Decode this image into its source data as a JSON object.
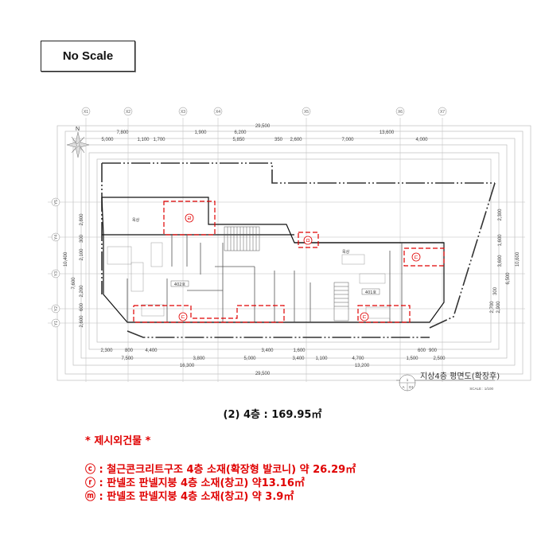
{
  "header": {
    "no_scale_label": "No Scale"
  },
  "plan": {
    "grid_x": [
      "X1",
      "X2",
      "X3",
      "X4",
      "X5",
      "X6",
      "X7"
    ],
    "grid_y": [
      "Y5",
      "Y4",
      "Y3",
      "Y2",
      "Y1"
    ],
    "top_dims": {
      "overall": "29,500",
      "row1": [
        "7,800",
        "1,900",
        "6,200",
        "13,600"
      ],
      "row2": [
        "5,000",
        "1,100",
        "1,700",
        "5,850",
        "350",
        "2,600",
        "7,000",
        "4,000"
      ]
    },
    "bottom_dims": {
      "row1": [
        "2,300",
        "800",
        "4,400",
        "3,400",
        "1,600",
        "600",
        "900"
      ],
      "row2": [
        "7,500",
        "3,800",
        "5,000",
        "3,400",
        "1,100",
        "4,700",
        "1,500",
        "2,500"
      ],
      "row3": [
        "16,300",
        "13,200"
      ],
      "overall": "29,500"
    },
    "left_dims": {
      "overall": "10,400",
      "sub": "7,600",
      "segments": [
        "2,800",
        "300",
        "2,100",
        "2,200",
        "600",
        "2,600"
      ]
    },
    "right_dims": {
      "overall": "10,600",
      "sub": "6,500",
      "segments": [
        "2,300",
        "1,600",
        "3,600",
        "300",
        "2,700",
        "2,900"
      ]
    },
    "rooms": {
      "unit_402": "402호",
      "unit_401": "401호",
      "rooftop_left": "옥상",
      "rooftop_right": "옥상"
    },
    "markers": {
      "balcony": "ㄷ",
      "storage_a": "ㄹ",
      "storage_b": "ㅁ"
    },
    "title_block": {
      "number": "1",
      "sheet_left": "A",
      "sheet_right": "D1",
      "title": "지상4층 평면도(확장후)",
      "scale": "SCALE : 1/100"
    },
    "colors": {
      "annotation_red": "#e00000",
      "wall": "#111111",
      "line": "#9a9a9a"
    }
  },
  "caption": {
    "floor_area": "(2) 4층 : 169.95㎡"
  },
  "notes": {
    "title": "* 제시외건물 *",
    "items": [
      "ⓒ : 철근콘크리트구조 4층 소재(확장형 발코니) 약 26.29㎡",
      "ⓡ : 판넬조 판넬지붕 4층 소재(창고) 약13.16㎡",
      "ⓜ : 판넬조 판넬지붕 4층 소재(창고) 약 3.9㎡"
    ],
    "item_markers": [
      "ㄷ",
      "ㄹ",
      "ㅁ"
    ],
    "item_texts": [
      " : 철근콘크리트구조 4층 소재(확장형 발코니) 약 26.29㎡",
      " : 판넬조 판넬지붕 4층 소재(창고) 약13.16㎡",
      " : 판넬조 판넬지붕 4층 소재(창고) 약 3.9㎡"
    ]
  }
}
